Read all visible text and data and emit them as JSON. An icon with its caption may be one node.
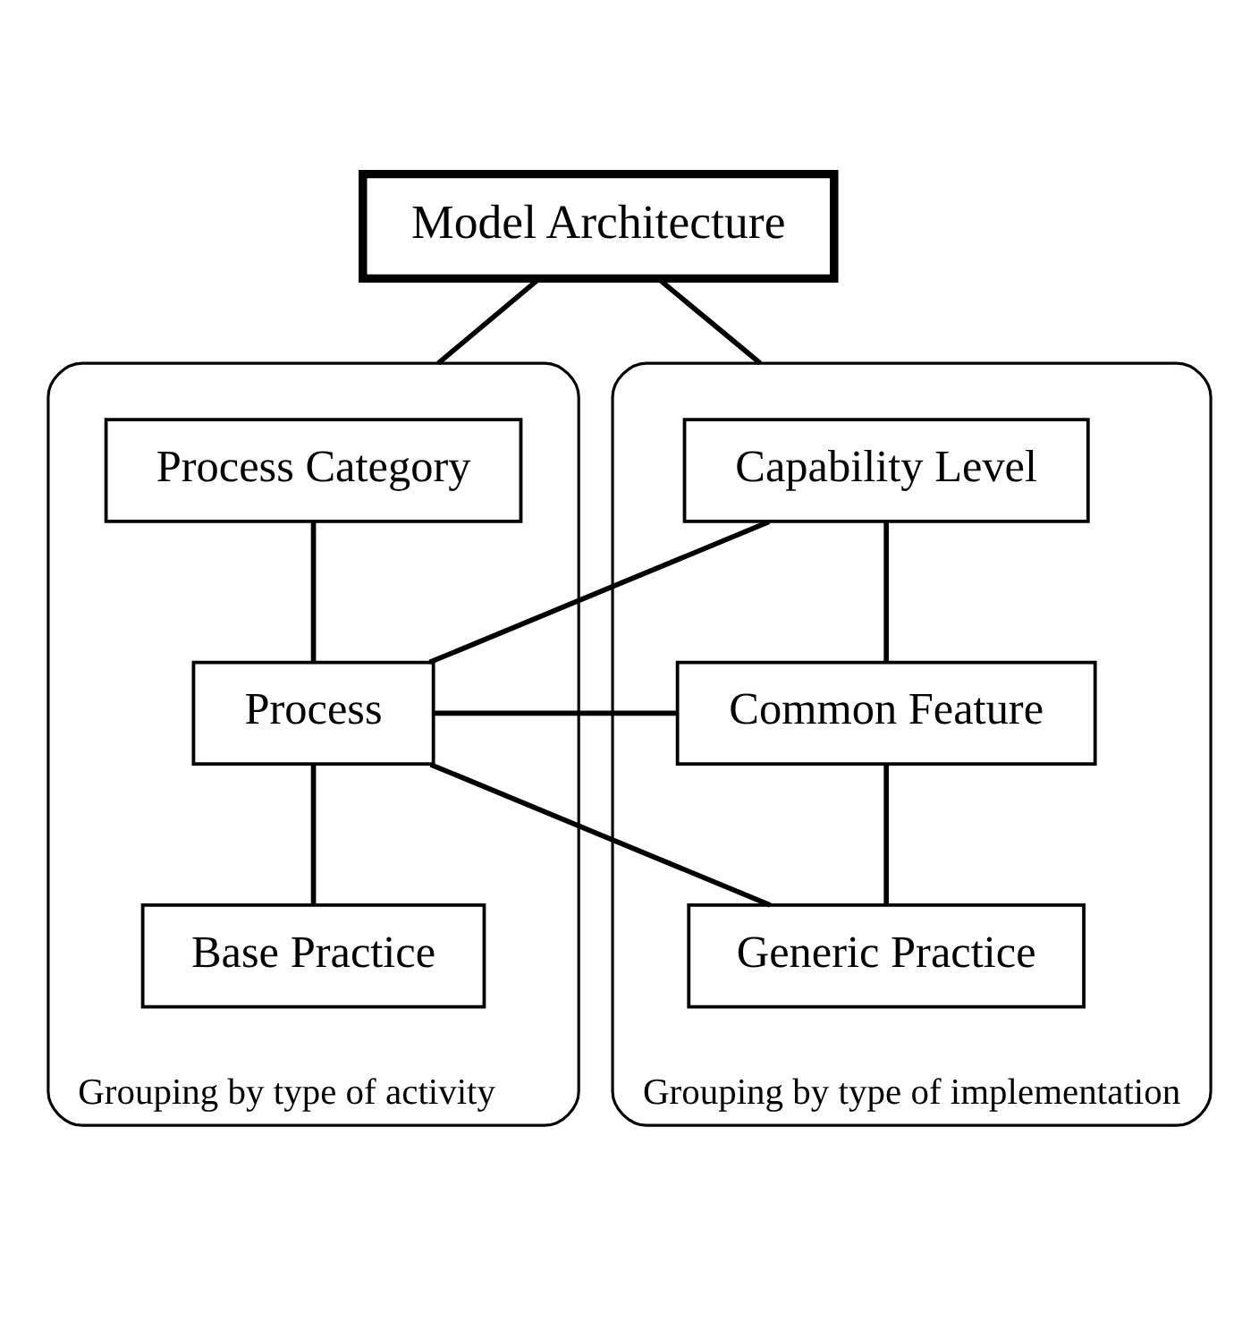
{
  "diagram": {
    "nodes": [
      {
        "text": [
          "Model Architecture"
        ]
      },
      {
        "text": [
          "Grouping by type of activity"
        ]
      },
      {
        "text": [
          "Process Category"
        ],
        "in": 1
      },
      {
        "text": [
          "Process"
        ],
        "in": 1
      },
      {
        "text": [
          "Base Practice"
        ],
        "in": 1
      },
      {
        "text": [
          "Grouping by type of implementation"
        ]
      },
      {
        "text": [
          "Capability Level"
        ],
        "in": 5
      },
      {
        "text": [
          "Common Feature"
        ],
        "in": 5
      },
      {
        "text": [
          "Generic Practice"
        ],
        "in": 5
      }
    ],
    "edges": [
      {
        "from": 0,
        "to": 1,
        "arrow": "none"
      },
      {
        "from": 0,
        "to": 5,
        "arrow": "none"
      },
      {
        "from": 2,
        "to": 3,
        "arrow": "none"
      },
      {
        "from": 3,
        "to": 4,
        "arrow": "none"
      },
      {
        "from": 6,
        "to": 7,
        "arrow": "none"
      },
      {
        "from": 7,
        "to": 8,
        "arrow": "none"
      },
      {
        "from": 3,
        "to": 6,
        "arrow": "none"
      },
      {
        "from": 3,
        "to": 7,
        "arrow": "none"
      },
      {
        "from": 3,
        "to": 8,
        "arrow": "none"
      }
    ]
  }
}
